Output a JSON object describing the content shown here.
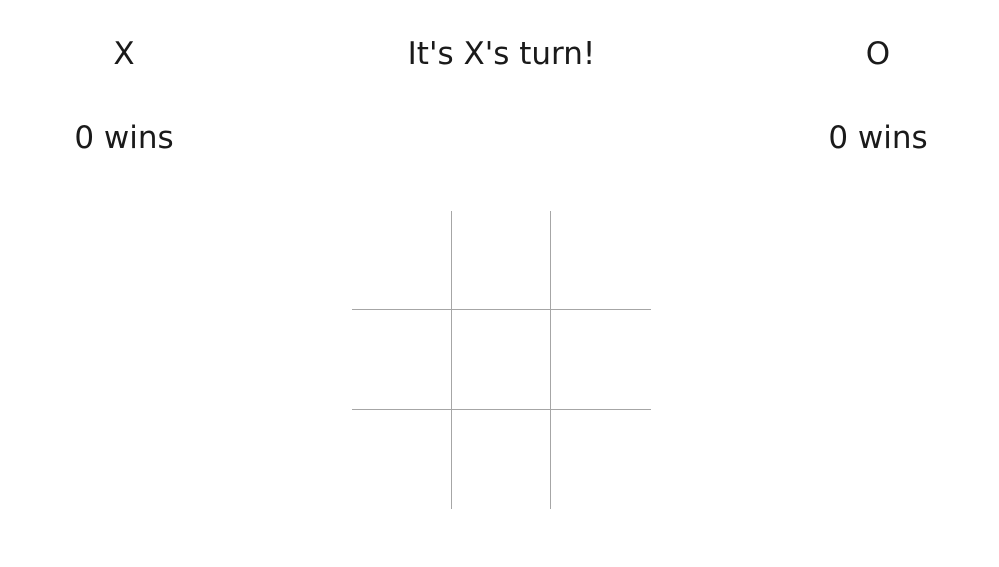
{
  "players": {
    "x": {
      "label": "X",
      "wins": "0 wins"
    },
    "o": {
      "label": "O",
      "wins": "0 wins"
    }
  },
  "status": "It's X's turn!",
  "board": {
    "cells": [
      "",
      "",
      "",
      "",
      "",
      "",
      "",
      "",
      ""
    ]
  },
  "colors": {
    "text": "#1a1a1a",
    "grid_line": "#a6a6a6",
    "background": "#ffffff"
  }
}
